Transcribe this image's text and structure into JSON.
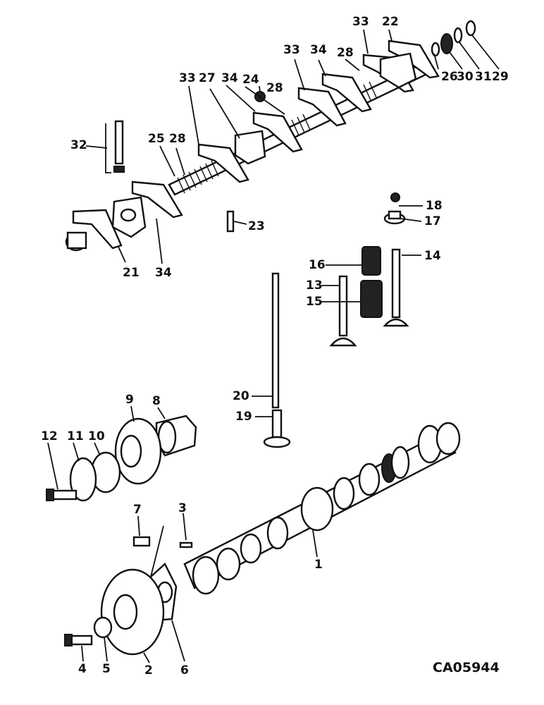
{
  "diagram": {
    "drawing_code": "CA05944",
    "callouts": [
      {
        "id": "c1",
        "label": "1"
      },
      {
        "id": "c2",
        "label": "2"
      },
      {
        "id": "c3",
        "label": "3"
      },
      {
        "id": "c4",
        "label": "4"
      },
      {
        "id": "c5",
        "label": "5"
      },
      {
        "id": "c6",
        "label": "6"
      },
      {
        "id": "c7",
        "label": "7"
      },
      {
        "id": "c8",
        "label": "8"
      },
      {
        "id": "c9",
        "label": "9"
      },
      {
        "id": "c10",
        "label": "10"
      },
      {
        "id": "c11",
        "label": "11"
      },
      {
        "id": "c12",
        "label": "12"
      },
      {
        "id": "c13",
        "label": "13"
      },
      {
        "id": "c14",
        "label": "14"
      },
      {
        "id": "c15",
        "label": "15"
      },
      {
        "id": "c16",
        "label": "16"
      },
      {
        "id": "c17",
        "label": "17"
      },
      {
        "id": "c18",
        "label": "18"
      },
      {
        "id": "c19",
        "label": "19"
      },
      {
        "id": "c20",
        "label": "20"
      },
      {
        "id": "c21",
        "label": "21"
      },
      {
        "id": "c22",
        "label": "22"
      },
      {
        "id": "c23",
        "label": "23"
      },
      {
        "id": "c24",
        "label": "24"
      },
      {
        "id": "c25",
        "label": "25"
      },
      {
        "id": "c26",
        "label": "26"
      },
      {
        "id": "c27",
        "label": "27"
      },
      {
        "id": "c28a",
        "label": "28"
      },
      {
        "id": "c28b",
        "label": "28"
      },
      {
        "id": "c28c",
        "label": "28"
      },
      {
        "id": "c29",
        "label": "29"
      },
      {
        "id": "c30",
        "label": "30"
      },
      {
        "id": "c31",
        "label": "31"
      },
      {
        "id": "c32",
        "label": "32"
      },
      {
        "id": "c33a",
        "label": "33"
      },
      {
        "id": "c33b",
        "label": "33"
      },
      {
        "id": "c33c",
        "label": "33"
      },
      {
        "id": "c34a",
        "label": "34"
      },
      {
        "id": "c34b",
        "label": "34"
      },
      {
        "id": "c34c",
        "label": "34"
      }
    ]
  }
}
